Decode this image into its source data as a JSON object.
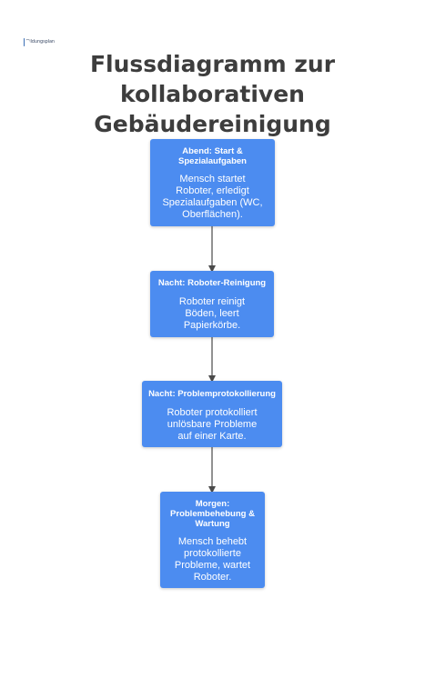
{
  "logo": {
    "text": "Bildungsplan"
  },
  "title": {
    "line1": "Flussdiagramm zur kollaborativen",
    "line2": "Gebäudereinigung"
  },
  "nodes": [
    {
      "title": "Abend: Start &\nSpezialaufgaben",
      "body": "Mensch startet\nRoboter, erledigt\nSpezialaufgaben (WC,\nOberflächen)."
    },
    {
      "title": "Nacht: Roboter-Reinigung",
      "body": "Roboter reinigt\nBöden, leert\nPapierkörbe."
    },
    {
      "title": "Nacht: Problemprotokollierung",
      "body": "Roboter protokolliert\nunlösbare Probleme\nauf einer Karte."
    },
    {
      "title": "Morgen:\nProblembehebung &\nWartung",
      "body": "Mensch behebt\nprotokollierte\nProbleme, wartet\nRoboter."
    }
  ],
  "colors": {
    "node_fill": "#4c8cf0",
    "node_text": "#ffffff",
    "title_text": "#3d3d3d",
    "connector": "#4a4a4a"
  }
}
